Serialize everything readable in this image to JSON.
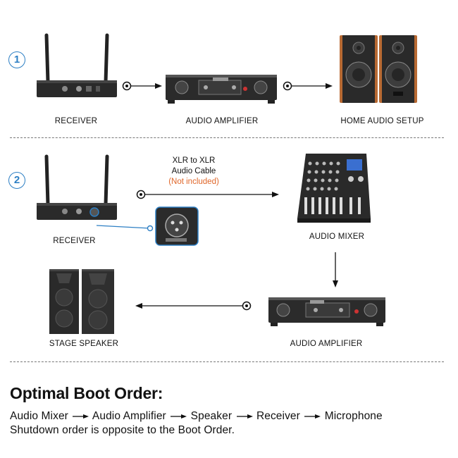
{
  "section1": {
    "step": "1",
    "receiver_label": "RECEIVER",
    "amplifier_label": "AUDIO AMPLIFIER",
    "home_audio_label": "HOME AUDIO SETUP"
  },
  "section2": {
    "step": "2",
    "receiver_label": "RECEIVER",
    "cable_line1": "XLR to XLR",
    "cable_line2": "Audio Cable",
    "cable_note": "(Not included)",
    "mixer_label": "AUDIO MIXER",
    "speaker_label": "STAGE SPEAKER",
    "amplifier_label": "AUDIO AMPLIFIER"
  },
  "boot": {
    "title": "Optimal Boot Order:",
    "sequence": [
      "Audio Mixer",
      "Audio Amplifier",
      "Speaker",
      "Receiver",
      "Microphone"
    ],
    "shutdown_note": "Shutdown order is opposite to the Boot Order."
  },
  "colors": {
    "accent_blue": "#2d7fc4",
    "note_orange": "#e0672a",
    "wood": "#b86a33"
  }
}
